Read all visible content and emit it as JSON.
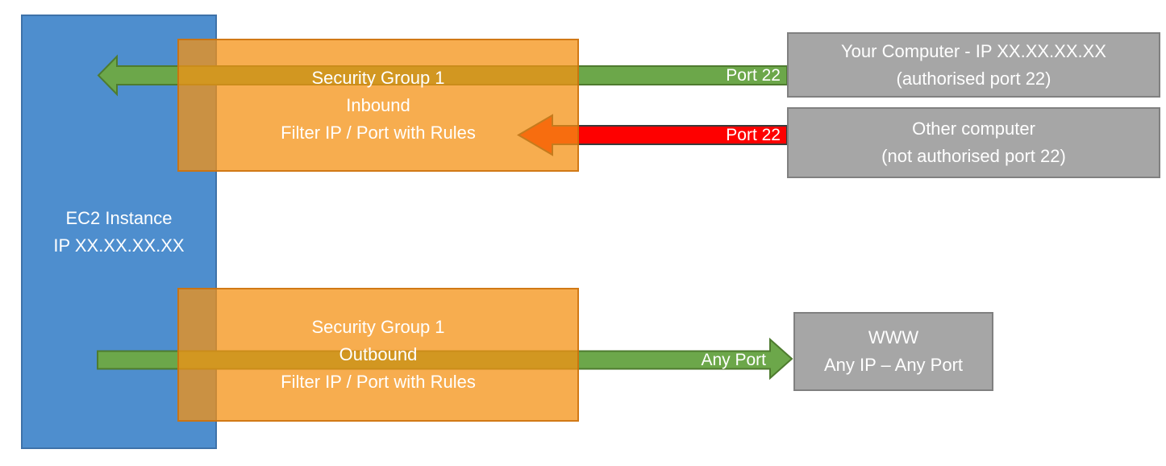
{
  "ec2": {
    "line1": "EC2 Instance",
    "line2": "IP XX.XX.XX.XX"
  },
  "sg_inbound": {
    "line1": "Security Group 1",
    "line2": "Inbound",
    "line3": "Filter IP / Port with Rules"
  },
  "sg_outbound": {
    "line1": "Security Group 1",
    "line2": "Outbound",
    "line3": "Filter IP / Port with Rules"
  },
  "your_computer": {
    "line1": "Your Computer - IP XX.XX.XX.XX",
    "line2": "(authorised port 22)"
  },
  "other_computer": {
    "line1": "Other computer",
    "line2": "(not authorised port 22)"
  },
  "www": {
    "line1": "WWW",
    "line2": "Any IP – Any Port"
  },
  "arrow_labels": {
    "inbound_allowed": "Port 22",
    "inbound_blocked": "Port 22",
    "outbound": "Any Port"
  },
  "colors": {
    "blue_fill": "#4E8ECE",
    "blue_border": "#3E72A9",
    "orange_fill": "rgba(244,146,20,0.75)",
    "orange_border": "rgba(200,110,10,0.82)",
    "gray_fill": "#A6A6A6",
    "gray_border": "#808080",
    "green_fill": "#6CA74A",
    "green_border": "#4E7B2F",
    "red_fill": "#FE0000",
    "red_border": "#3A3A3A",
    "text_white": "#FFFFFF"
  }
}
